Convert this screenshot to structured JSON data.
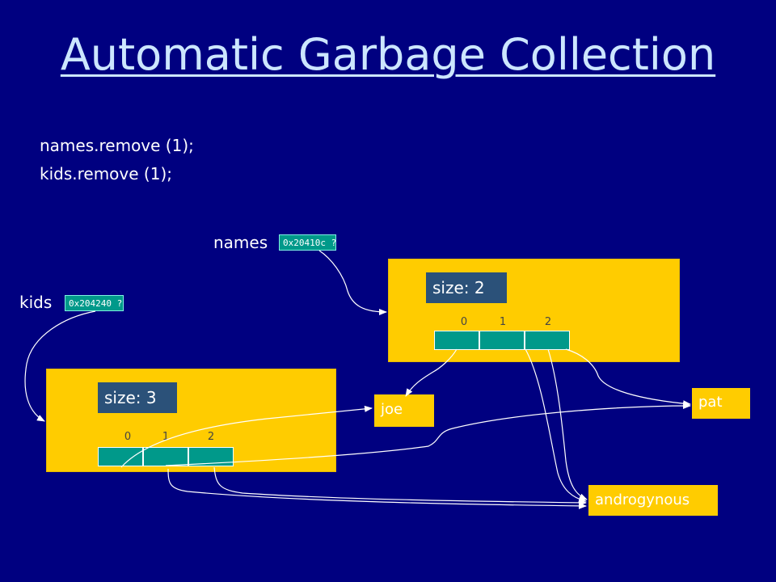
{
  "title": "Automatic Garbage Collection",
  "code": [
    "names.remove (1);",
    "kids.remove (1);"
  ],
  "names": {
    "label": "names",
    "pointer": "0x20410c ?",
    "size_text": "size:  2",
    "indices": [
      "0",
      "1",
      "2"
    ]
  },
  "kids": {
    "label": "kids",
    "pointer": "0x204240 ?",
    "size_text": "size:  3",
    "indices": [
      "0",
      "1",
      "2"
    ]
  },
  "strings": {
    "joe": "joe",
    "pat": "pat",
    "androgynous": "androgynous"
  },
  "colors": {
    "background": "#000080",
    "panel": "#ffcc00",
    "cell": "#00998a",
    "size_box": "#2b5179",
    "title": "#cce6ff"
  }
}
